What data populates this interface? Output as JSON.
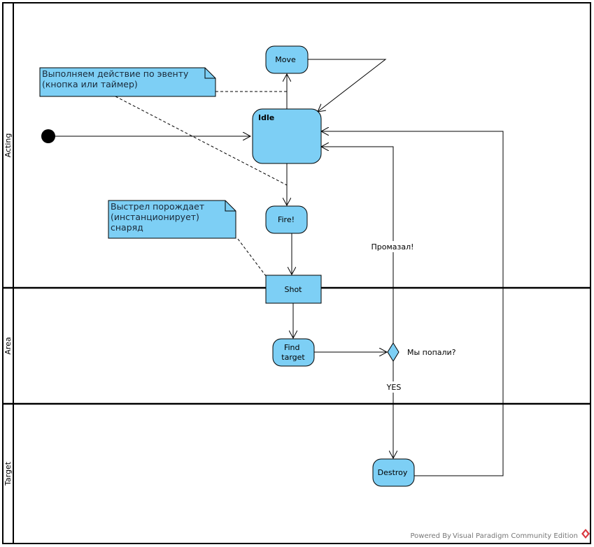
{
  "lanes": [
    "Acting",
    "Area",
    "Target"
  ],
  "nodes": {
    "move": "Move",
    "idle": "Idle",
    "fire": "Fire!",
    "shot": "Shot",
    "find_target": [
      "Find",
      "target"
    ],
    "destroy": "Destroy"
  },
  "notes": {
    "event_note": [
      "Выполняем действие по эвенту",
      "(кнопка или таймер)"
    ],
    "shot_note": [
      "Выстрел порождает",
      "(инстанционирует)",
      "снаряд"
    ]
  },
  "decision": {
    "question": "Мы попали?",
    "yes_label": "YES",
    "miss_label": "Промазал!"
  },
  "footer": "Powered By Visual Paradigm Community Edition",
  "colors": {
    "node_fill": "#7dcff5",
    "stroke": "#000000",
    "note_fill": "#7dcff5",
    "background": "#ffffff"
  }
}
